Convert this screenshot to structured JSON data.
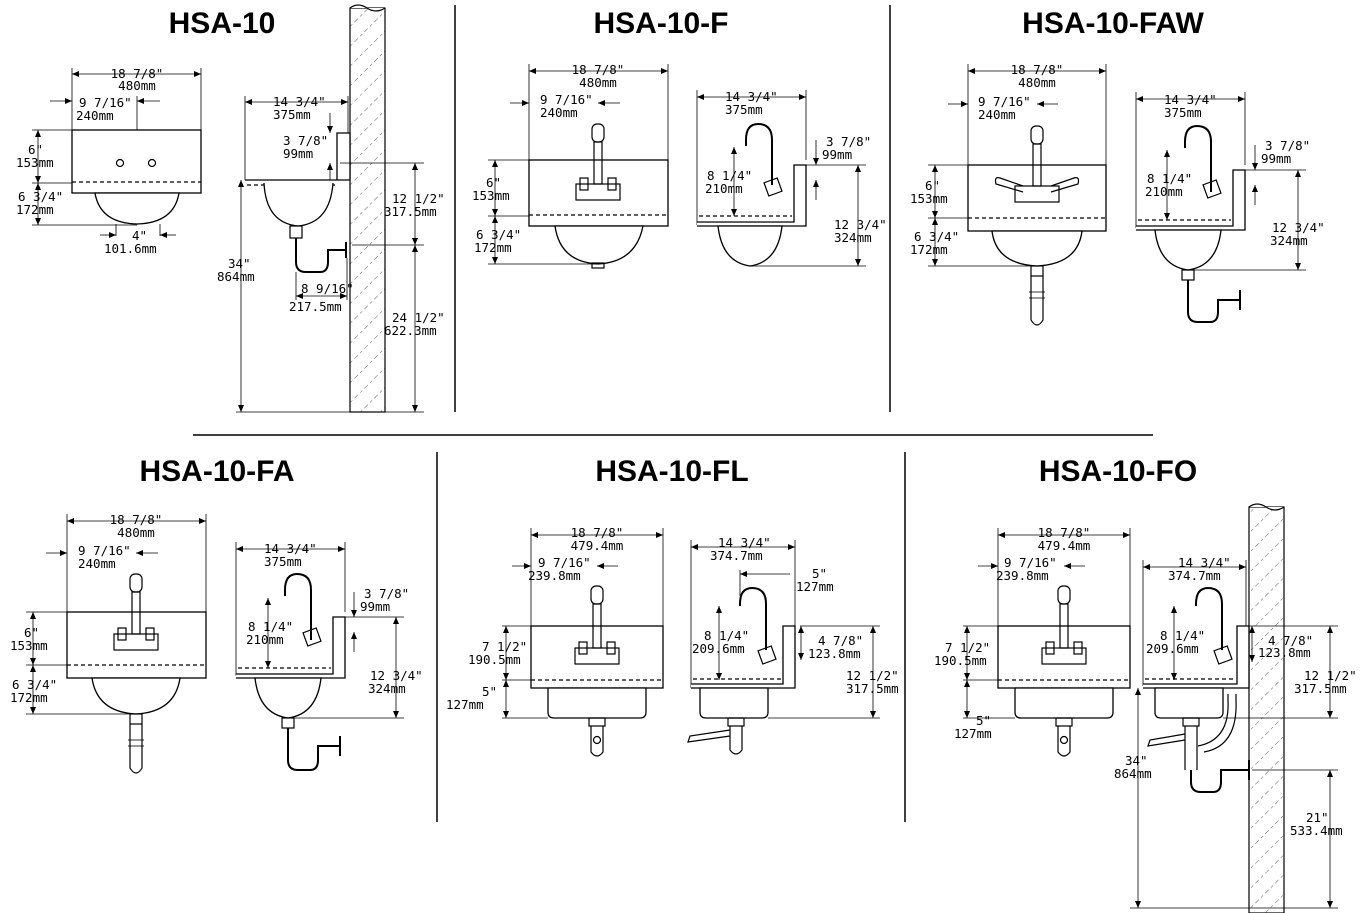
{
  "panels": [
    {
      "title": "HSA-10",
      "front": {
        "width": "18 7/8\"",
        "width_mm": "480mm",
        "center": "9 7/16\"",
        "center_mm": "240mm",
        "bowl_top": "6\"",
        "bowl_top_mm": "153mm",
        "bowl_depth": "6 3/4\"",
        "bowl_depth_mm": "172mm",
        "drain": "4\"",
        "drain_mm": "101.6mm"
      },
      "side": {
        "depth": "14 3/4\"",
        "depth_mm": "375mm",
        "splash": "3 7/8\"",
        "splash_mm": "99mm",
        "height": "12 1/2\"",
        "height_mm": "317.5mm",
        "floor": "34\"",
        "floor_mm": "864mm",
        "trap": "8 9/16\"",
        "trap_mm": "217.5mm",
        "wall": "24 1/2\"",
        "wall_mm": "622.3mm"
      }
    },
    {
      "title": "HSA-10-F",
      "front": {
        "width": "18 7/8\"",
        "width_mm": "480mm",
        "center": "9 7/16\"",
        "center_mm": "240mm",
        "bowl_top": "6\"",
        "bowl_top_mm": "153mm",
        "bowl_depth": "6 3/4\"",
        "bowl_depth_mm": "172mm"
      },
      "side": {
        "depth": "14 3/4\"",
        "depth_mm": "375mm",
        "splash": "3 7/8\"",
        "splash_mm": "99mm",
        "faucet": "8 1/4\"",
        "faucet_mm": "210mm",
        "height": "12 3/4\"",
        "height_mm": "324mm"
      }
    },
    {
      "title": "HSA-10-FAW",
      "front": {
        "width": "18 7/8\"",
        "width_mm": "480mm",
        "center": "9 7/16\"",
        "center_mm": "240mm",
        "bowl_top": "6\"",
        "bowl_top_mm": "153mm",
        "bowl_depth": "6 3/4\"",
        "bowl_depth_mm": "172mm"
      },
      "side": {
        "depth": "14 3/4\"",
        "depth_mm": "375mm",
        "splash": "3 7/8\"",
        "splash_mm": "99mm",
        "faucet": "8 1/4\"",
        "faucet_mm": "210mm",
        "height": "12 3/4\"",
        "height_mm": "324mm"
      }
    },
    {
      "title": "HSA-10-FA",
      "front": {
        "width": "18 7/8\"",
        "width_mm": "480mm",
        "center": "9 7/16\"",
        "center_mm": "240mm",
        "bowl_top": "6\"",
        "bowl_top_mm": "153mm",
        "bowl_depth": "6 3/4\"",
        "bowl_depth_mm": "172mm"
      },
      "side": {
        "depth": "14 3/4\"",
        "depth_mm": "375mm",
        "splash": "3 7/8\"",
        "splash_mm": "99mm",
        "faucet": "8 1/4\"",
        "faucet_mm": "210mm",
        "height": "12 3/4\"",
        "height_mm": "324mm"
      }
    },
    {
      "title": "HSA-10-FL",
      "front": {
        "width": "18 7/8\"",
        "width_mm": "479.4mm",
        "center": "9 7/16\"",
        "center_mm": "239.8mm",
        "bowl_top": "7 1/2\"",
        "bowl_top_mm": "190.5mm",
        "bowl_depth": "5\"",
        "bowl_depth_mm": "127mm"
      },
      "side": {
        "depth": "14 3/4\"",
        "depth_mm": "374.7mm",
        "spout": "5\"",
        "spout_mm": "127mm",
        "faucet": "8 1/4\"",
        "faucet_mm": "209.6mm",
        "splash": "4 7/8\"",
        "splash_mm": "123.8mm",
        "height": "12 1/2\"",
        "height_mm": "317.5mm"
      }
    },
    {
      "title": "HSA-10-FO",
      "front": {
        "width": "18 7/8\"",
        "width_mm": "479.4mm",
        "center": "9 7/16\"",
        "center_mm": "239.8mm",
        "bowl_top": "7 1/2\"",
        "bowl_top_mm": "190.5mm",
        "bowl_depth": "5\"",
        "bowl_depth_mm": "127mm"
      },
      "side": {
        "depth": "14 3/4\"",
        "depth_mm": "374.7mm",
        "faucet": "8 1/4\"",
        "faucet_mm": "209.6mm",
        "splash": "4 7/8\"",
        "splash_mm": "123.8mm",
        "height": "12 1/2\"",
        "height_mm": "317.5mm",
        "floor": "34\"",
        "floor_mm": "864mm",
        "wall": "21\"",
        "wall_mm": "533.4mm"
      }
    }
  ]
}
